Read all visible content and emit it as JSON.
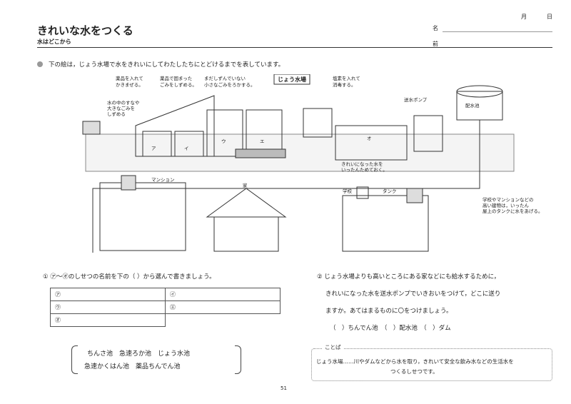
{
  "header": {
    "title": "きれいな水をつくる",
    "subtitle": "水はどこから",
    "month_label": "月",
    "day_label": "日",
    "name_label_1": "名",
    "name_label_2": "前"
  },
  "intro": "下の絵は，じょう水場で水をきれいにしてわたしたちにとどけるまでを表しています。",
  "illustration": {
    "labels": {
      "drug_mix": [
        "薬品を入れて",
        "かきまぜる。"
      ],
      "settle": [
        "薬品で固まった",
        "ごみをしずめる。"
      ],
      "filter": [
        "まだしずんでいない",
        "小さなごみをろかする。"
      ],
      "title_box": "じょう水場",
      "disinfect": [
        "塩素を入れて",
        "消毒する。"
      ],
      "pump": "送水ポンプ",
      "reservoir": "配水池",
      "intake": [
        "水の中のすなや",
        "大きなごみを",
        "しずめる"
      ],
      "store": [
        "きれいになった水を",
        "いったんためておく。"
      ],
      "mansion": "マンション",
      "house": "家",
      "school": "学校",
      "tank": "タンク",
      "school_note": [
        "学校やマンションなどの",
        "高い建物は，いったん",
        "屋上のタンクに水をあげる。"
      ],
      "marks": [
        "ア",
        "イ",
        "ウ",
        "エ",
        "オ"
      ]
    }
  },
  "q1": {
    "text": "① ㋐〜㋔のしせつの名前を下の（  ）から選んで書きましょう。",
    "cells": [
      "㋐",
      "㋑",
      "㋒",
      "㋓",
      "㋔"
    ],
    "choices_line1": "ちんさ池　急速ろか池　じょう水池",
    "choices_line2": "急速かくはん池　薬品ちんでん池"
  },
  "q2": {
    "line1": "② じょう水場よりも高いところにある家などにも給水するために，",
    "line2": "きれいになった水を送水ポンプでいきおいをつけて，どこに送り",
    "line3": "ますか。あてはまるものに〇をつけましょう。",
    "options": "（　）ちんでん池　（　）配水池　（　）ダム"
  },
  "note": {
    "heading": "ことば",
    "line1": "じょう水場……川やダムなどから水を取り，きれいて安全な飲み水などの生活水を",
    "line2": "つくるしせつです。"
  },
  "page_number": "51"
}
